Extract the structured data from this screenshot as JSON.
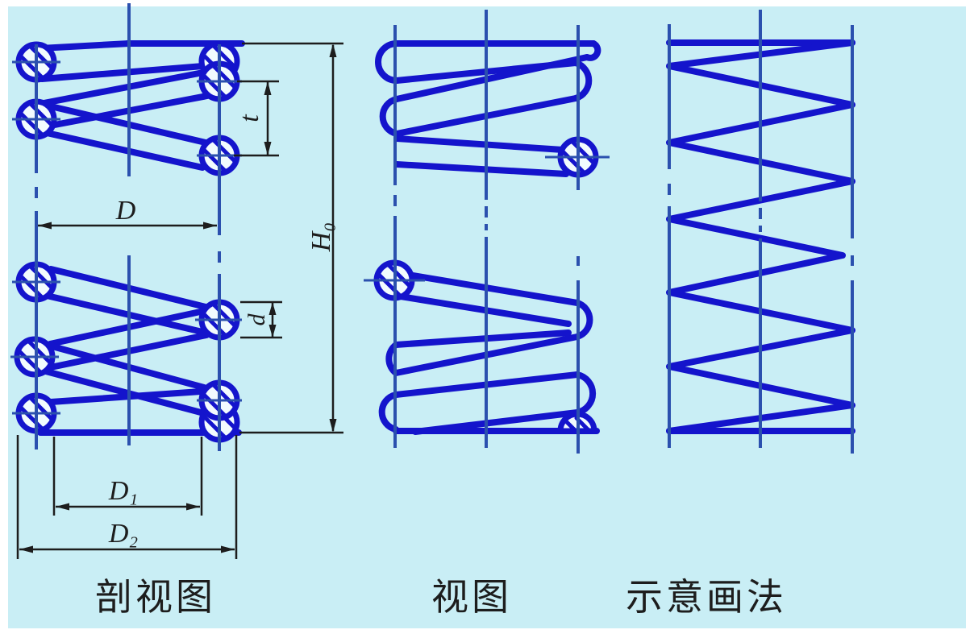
{
  "colors": {
    "page_background": "#ffffff",
    "drawing_background": "#c9eef5",
    "spring_blue": "#1414cc",
    "centerline_blue": "#2b50ae",
    "dimension_black": "#1d1d1d",
    "wire_section_fill": "#f2fbfe"
  },
  "views": [
    {
      "id": "sectional",
      "caption": "剖视图"
    },
    {
      "id": "outline",
      "caption": "视图"
    },
    {
      "id": "schematic",
      "caption": "示意画法"
    }
  ],
  "dimension_labels": {
    "mean_diameter": "D",
    "inner_diameter": "D₁",
    "outer_diameter": "D₂",
    "pitch": "t",
    "wire_diameter": "d",
    "free_height": "H₀"
  }
}
